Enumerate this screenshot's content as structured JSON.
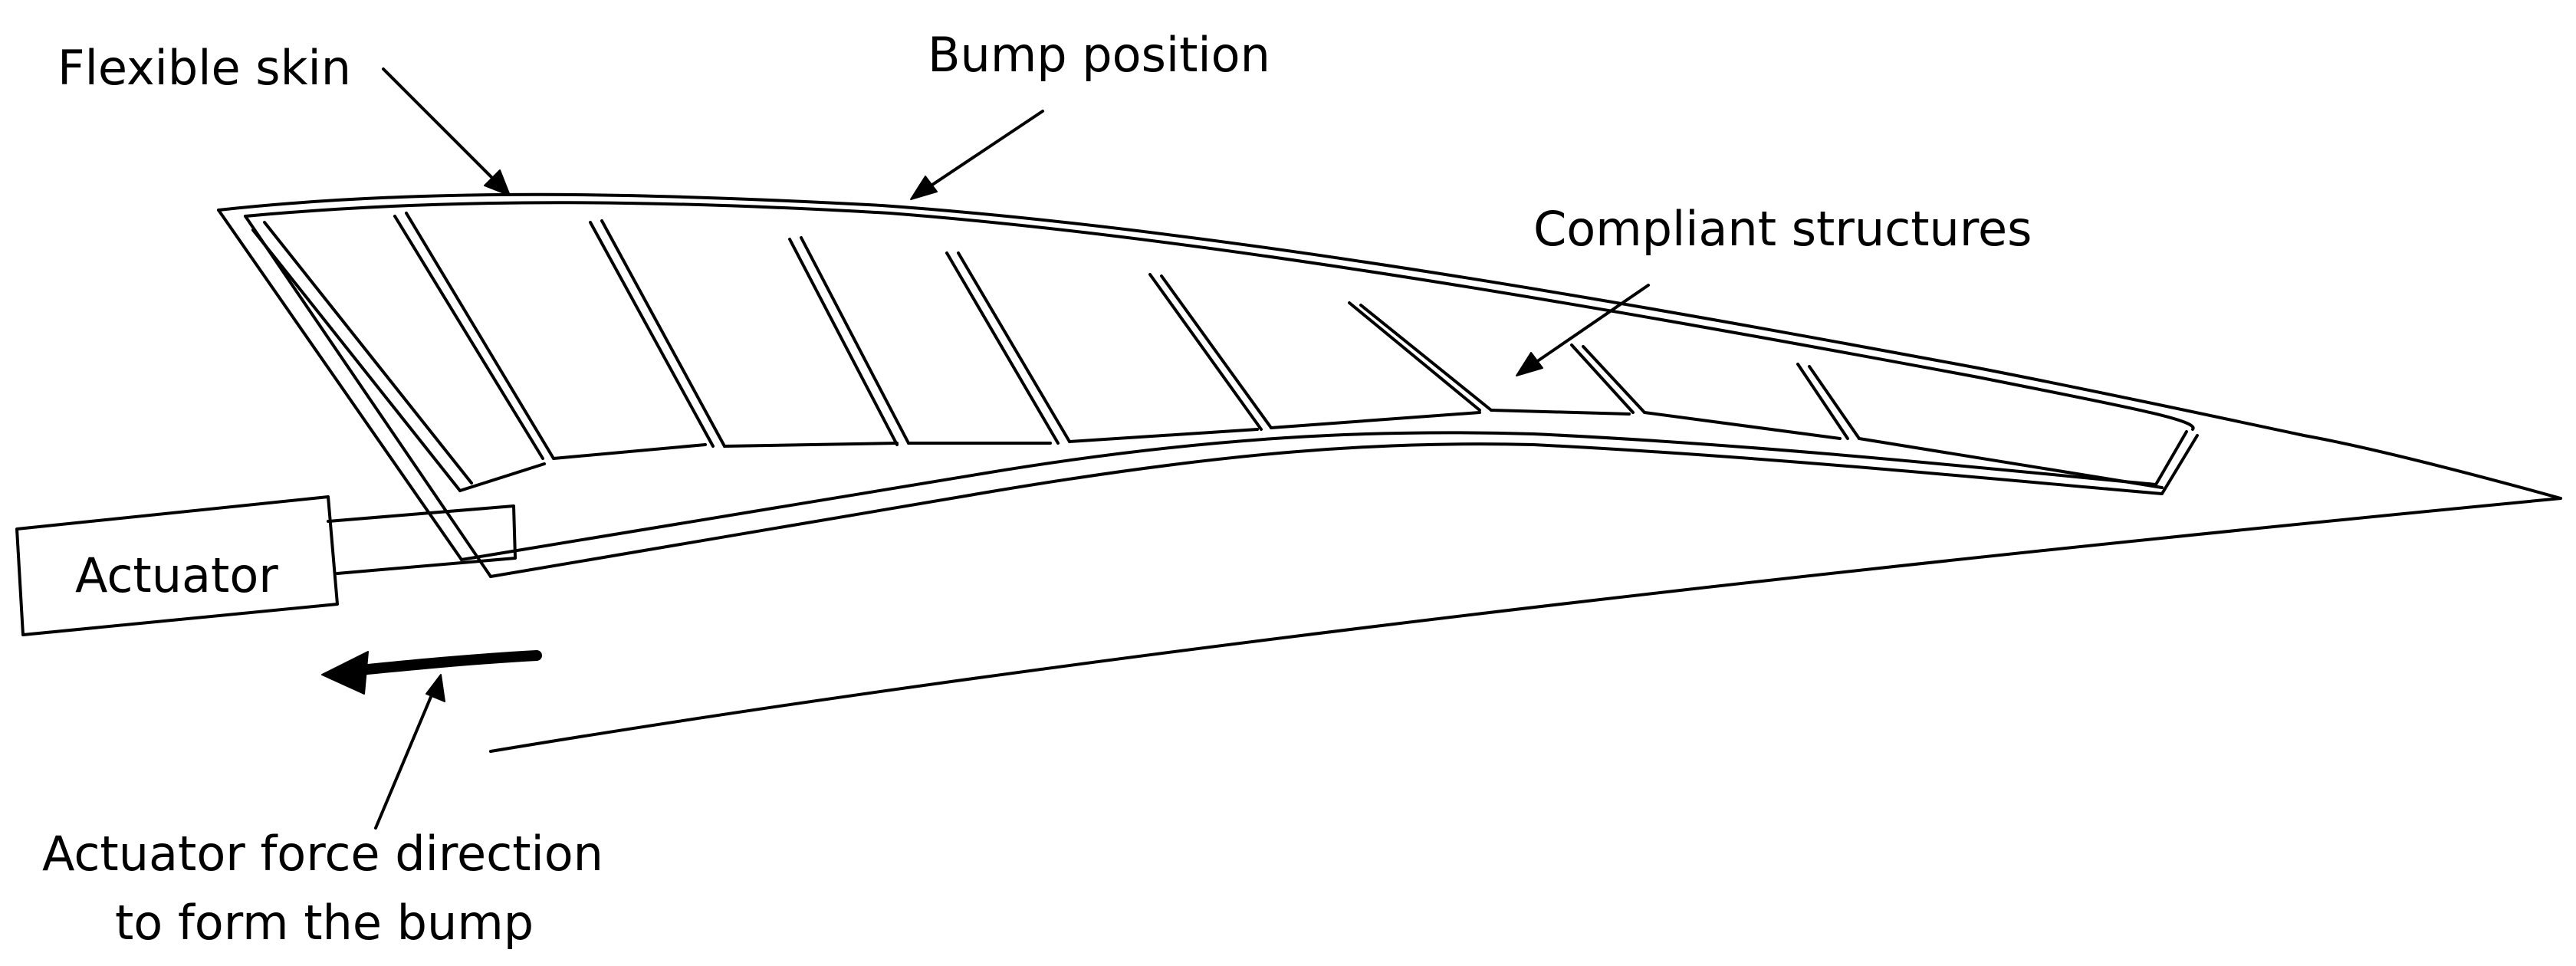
{
  "labels": {
    "flexible_skin": "Flexible skin",
    "bump_position": "Bump position",
    "compliant_structures": "Compliant structures",
    "actuator": "Actuator",
    "force_direction_line1": "Actuator force direction",
    "force_direction_line2": "to form the bump"
  }
}
